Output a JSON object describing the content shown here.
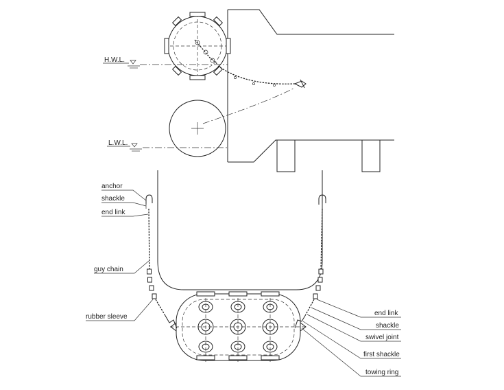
{
  "labels": {
    "hwl": "H.W.L.",
    "lwl": "L.W.L.",
    "anchor": "anchor",
    "shackle_left": "shackle",
    "end_link_left": "end link",
    "guy_chain": "guy chain",
    "rubber_sleeve": "rubber sleeve",
    "end_link_right": "end link",
    "shackle_right": "shackle",
    "swivel_joint": "swivel joint",
    "first_shackle": "first shackle",
    "towing_ring": "towing ring"
  },
  "colors": {
    "line": "#222222",
    "background": "#ffffff"
  }
}
